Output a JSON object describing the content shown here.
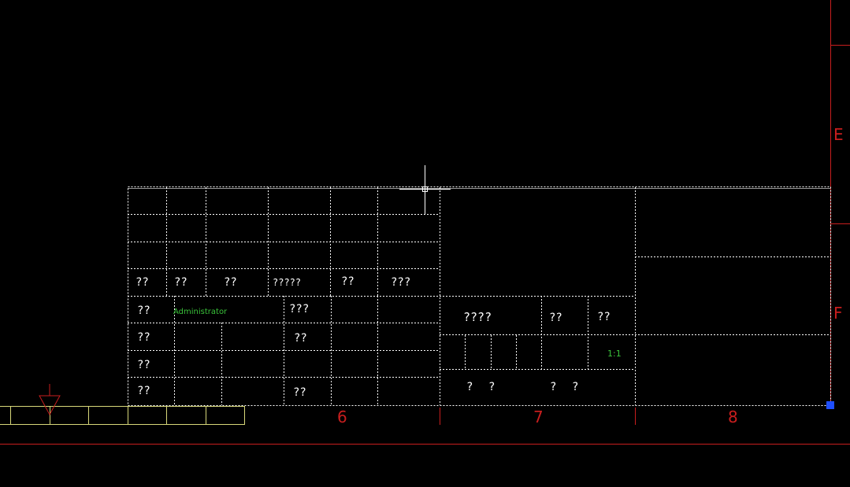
{
  "ruler": {
    "row_labels": [
      "E",
      "F"
    ],
    "column_labels": [
      "6",
      "7",
      "8"
    ]
  },
  "title_block": {
    "label_row": [
      "??",
      "??",
      "??",
      "?????",
      "??",
      "???"
    ],
    "left_labels": [
      "??",
      "??",
      "??",
      "??"
    ],
    "signature": "Administrator",
    "mid_labels": [
      "???",
      "??",
      "??"
    ],
    "drawing_name": "????",
    "sheet_labels": [
      "??",
      "??"
    ],
    "scale": "1:1",
    "bottom_labels": [
      "?",
      "?",
      "?",
      "?"
    ]
  },
  "colors": {
    "background": "#000000",
    "grid": "#ffffff",
    "frame": "#c81e1e",
    "text_green": "#3ac23a",
    "grip": "#1f4fff"
  }
}
